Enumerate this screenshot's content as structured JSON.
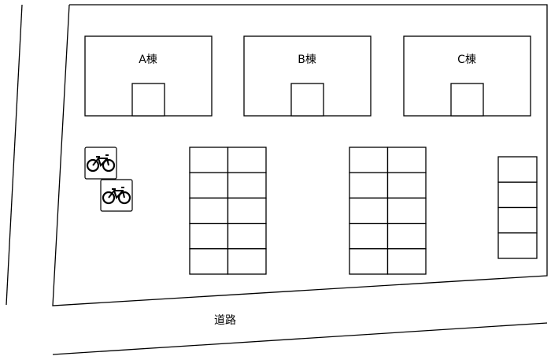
{
  "buildings": [
    {
      "label": "A棟"
    },
    {
      "label": "B棟"
    },
    {
      "label": "C棟"
    }
  ],
  "road": {
    "label": "道路"
  },
  "parking": [
    {
      "columns": 2,
      "rows": 5
    },
    {
      "columns": 2,
      "rows": 5
    },
    {
      "columns": 1,
      "rows": 4
    }
  ],
  "bicycle_parking": {
    "icon": "bicycle-icon",
    "count": 2
  }
}
